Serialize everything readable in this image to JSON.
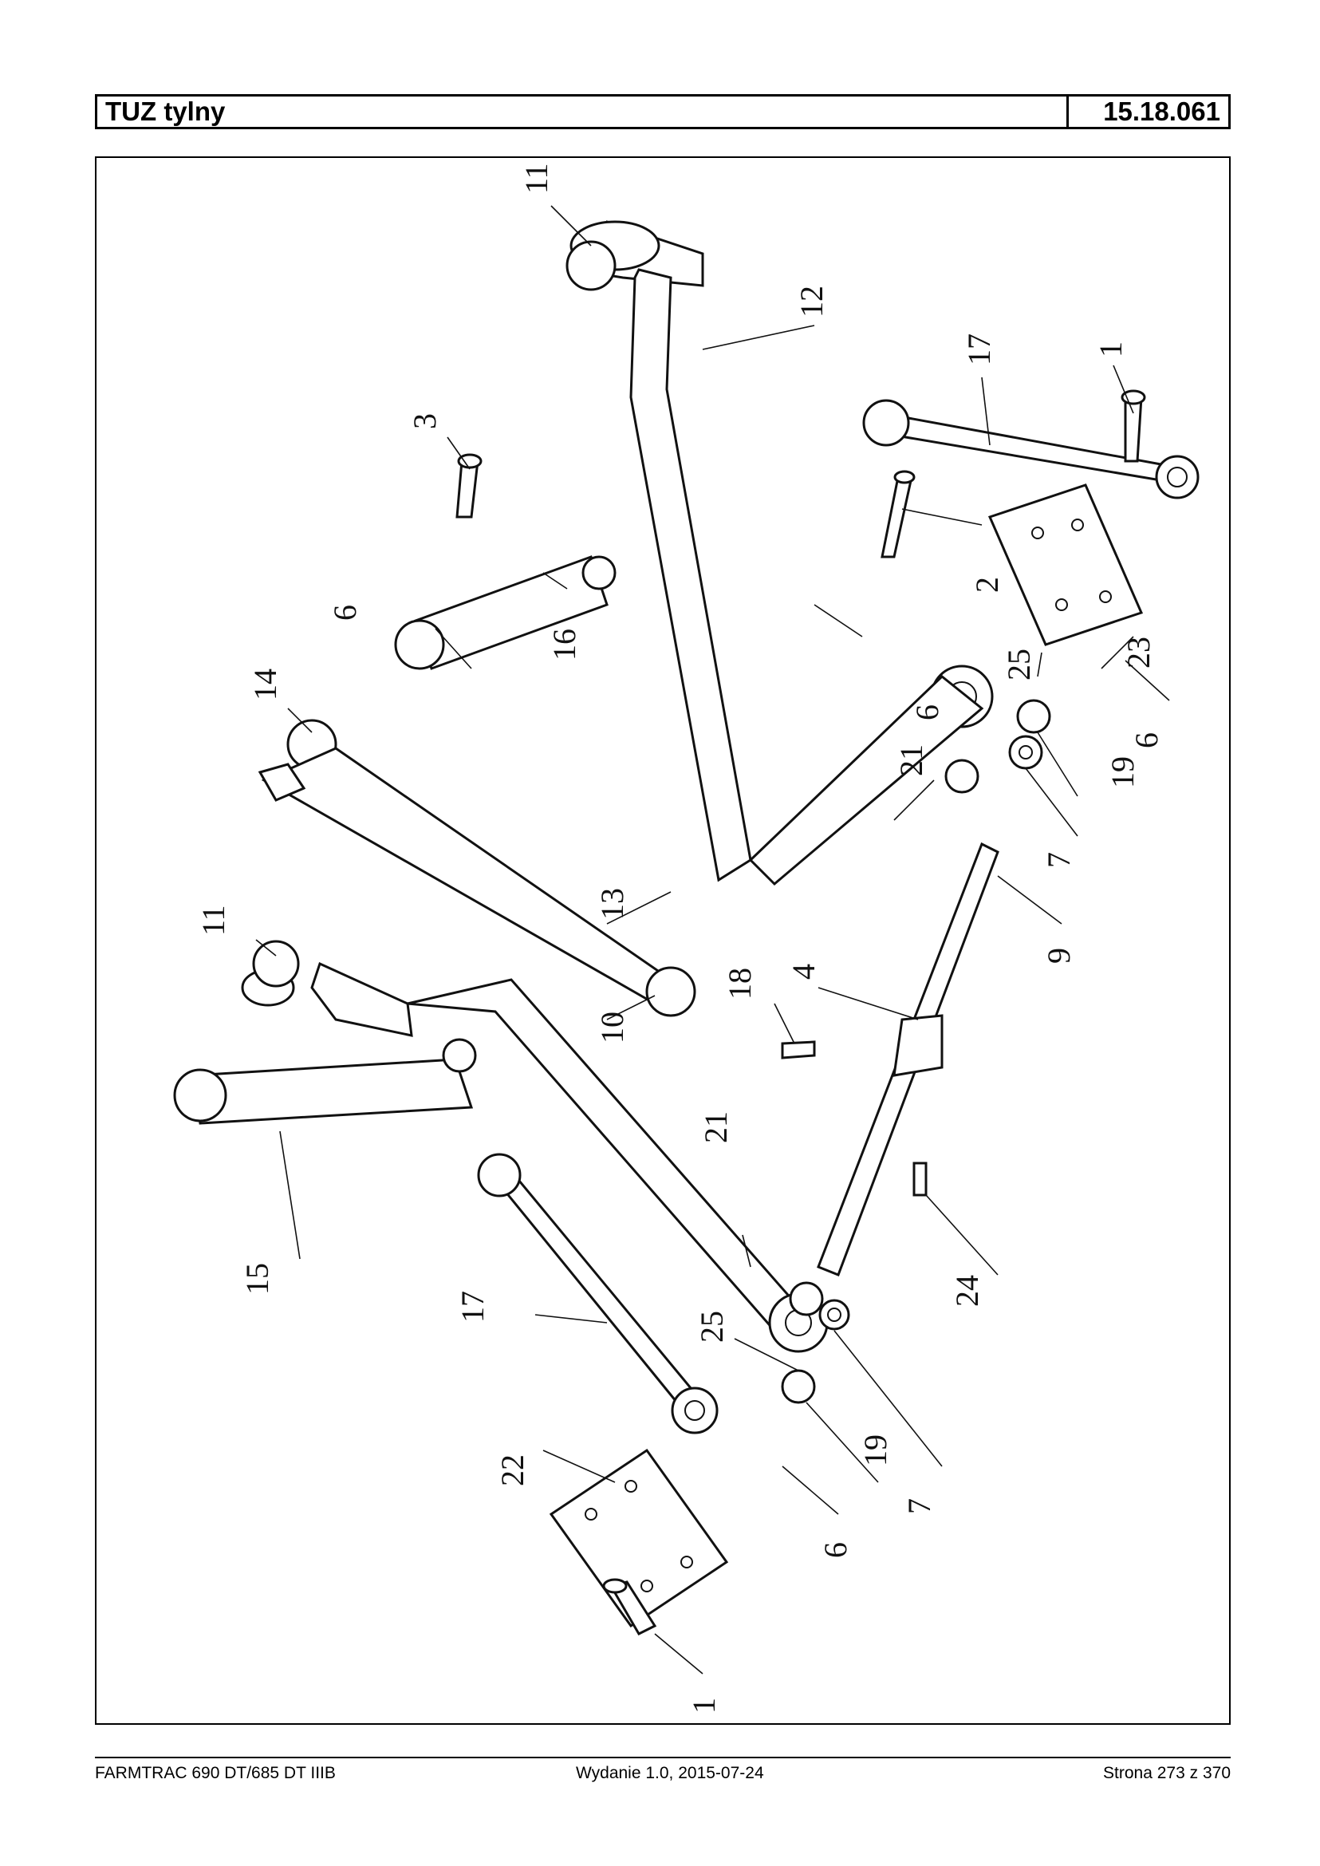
{
  "header": {
    "title": "TUZ tylny",
    "code": "15.18.061"
  },
  "diagram": {
    "labels": [
      {
        "id": "l11a",
        "text": "11"
      },
      {
        "id": "l12",
        "text": "12"
      },
      {
        "id": "l17a",
        "text": "17"
      },
      {
        "id": "l1a",
        "text": "1"
      },
      {
        "id": "l3",
        "text": "3"
      },
      {
        "id": "l2",
        "text": "2"
      },
      {
        "id": "l16",
        "text": "16"
      },
      {
        "id": "l6a",
        "text": "6"
      },
      {
        "id": "l6b",
        "text": "6"
      },
      {
        "id": "l25a",
        "text": "25"
      },
      {
        "id": "l23",
        "text": "23"
      },
      {
        "id": "l6c",
        "text": "6"
      },
      {
        "id": "l14",
        "text": "14"
      },
      {
        "id": "l21a",
        "text": "21"
      },
      {
        "id": "l19a",
        "text": "19"
      },
      {
        "id": "l7a",
        "text": "7"
      },
      {
        "id": "l13",
        "text": "13"
      },
      {
        "id": "l11b",
        "text": "11"
      },
      {
        "id": "l18",
        "text": "18"
      },
      {
        "id": "l4",
        "text": "4"
      },
      {
        "id": "l9",
        "text": "9"
      },
      {
        "id": "l10",
        "text": "10"
      },
      {
        "id": "l21b",
        "text": "21"
      },
      {
        "id": "l24",
        "text": "24"
      },
      {
        "id": "l15",
        "text": "15"
      },
      {
        "id": "l17b",
        "text": "17"
      },
      {
        "id": "l25b",
        "text": "25"
      },
      {
        "id": "l7b",
        "text": "7"
      },
      {
        "id": "l19b",
        "text": "19"
      },
      {
        "id": "l22",
        "text": "22"
      },
      {
        "id": "l6d",
        "text": "6"
      },
      {
        "id": "l1b",
        "text": "1"
      }
    ]
  },
  "footer": {
    "model": "FARMTRAC 690 DT/685 DT IIIB",
    "edition": "Wydanie 1.0,  2015-07-24",
    "page": "Strona 273 z 370"
  }
}
